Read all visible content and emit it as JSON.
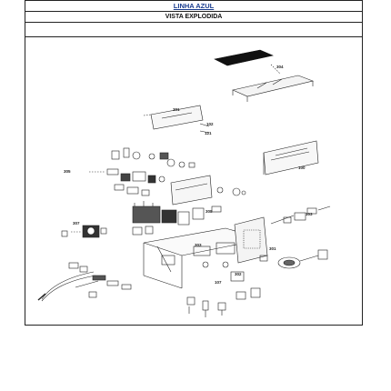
{
  "header": {
    "title": "LINHA AZUL",
    "subtitle": "VISTA EXPLODIDA"
  },
  "diagram": {
    "callouts": [
      {
        "id": "c304",
        "label": "304"
      },
      {
        "id": "c301",
        "label": "301"
      },
      {
        "id": "c102",
        "label": "102"
      },
      {
        "id": "c121",
        "label": "121"
      },
      {
        "id": "c100",
        "label": "100"
      },
      {
        "id": "c305",
        "label": "305"
      },
      {
        "id": "c307",
        "label": "307"
      },
      {
        "id": "c308",
        "label": "308"
      },
      {
        "id": "c103",
        "label": "103"
      },
      {
        "id": "c301b",
        "label": "301"
      },
      {
        "id": "c303",
        "label": "303"
      },
      {
        "id": "c302",
        "label": "302"
      },
      {
        "id": "c107",
        "label": "107"
      }
    ]
  }
}
